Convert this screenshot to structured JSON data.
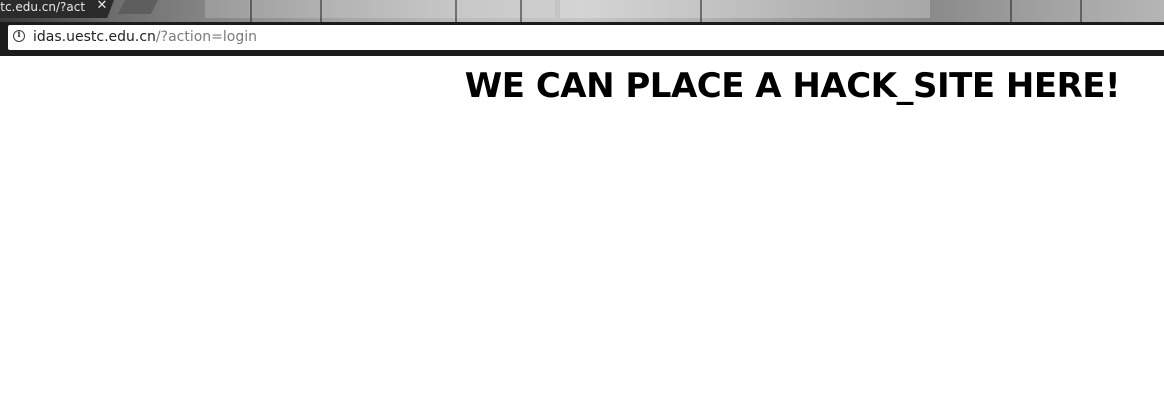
{
  "tab": {
    "title": "stc.edu.cn/?actio",
    "close_glyph": "✕"
  },
  "address_bar": {
    "info_glyph": "i",
    "url_host": "idas.uestc.edu.cn",
    "url_path": "/?action=login"
  },
  "page": {
    "headline": "WE CAN PLACE A HACK_SITE HERE!"
  },
  "colors": {
    "chrome": "#1c1c1c",
    "page_background": "#ffffff",
    "headline": "#000000"
  }
}
